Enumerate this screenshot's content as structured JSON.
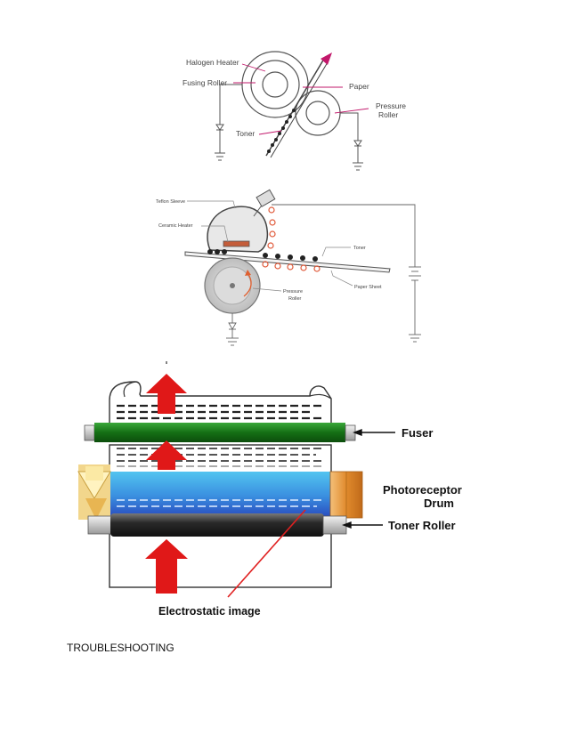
{
  "diagram1": {
    "labels": {
      "halogen_heater": "Halogen Heater",
      "fusing_roller": "Fusing Roller",
      "paper": "Paper",
      "pressure_roller_1": "Pressure",
      "pressure_roller_2": "Roller",
      "toner": "Toner"
    }
  },
  "diagram2": {
    "labels": {
      "teflon_sleeve": "Teflon Sleeve",
      "ceramic_heater": "Ceramic Heater",
      "toner": "Toner",
      "paper_sheet": "Paper Sheet",
      "pressure_roller_1": "Pressure",
      "pressure_roller_2": "Roller"
    }
  },
  "diagram3": {
    "labels": {
      "fuser": "Fuser",
      "photoreceptor_1": "Photoreceptor",
      "photoreceptor_2": "Drum",
      "toner_roller": "Toner Roller",
      "electrostatic_image": "Electrostatic image"
    },
    "colors": {
      "fuser": "#1a7a1a",
      "drum_top": "#4ab8e8",
      "drum_bottom": "#2b56c8",
      "arrow": "#e01818",
      "toner_roller": "#2a2a2a",
      "end_cap": "#e59a3c",
      "pointer": "#e02020"
    }
  },
  "document": {
    "heading": "TROUBLESHOOTING"
  }
}
